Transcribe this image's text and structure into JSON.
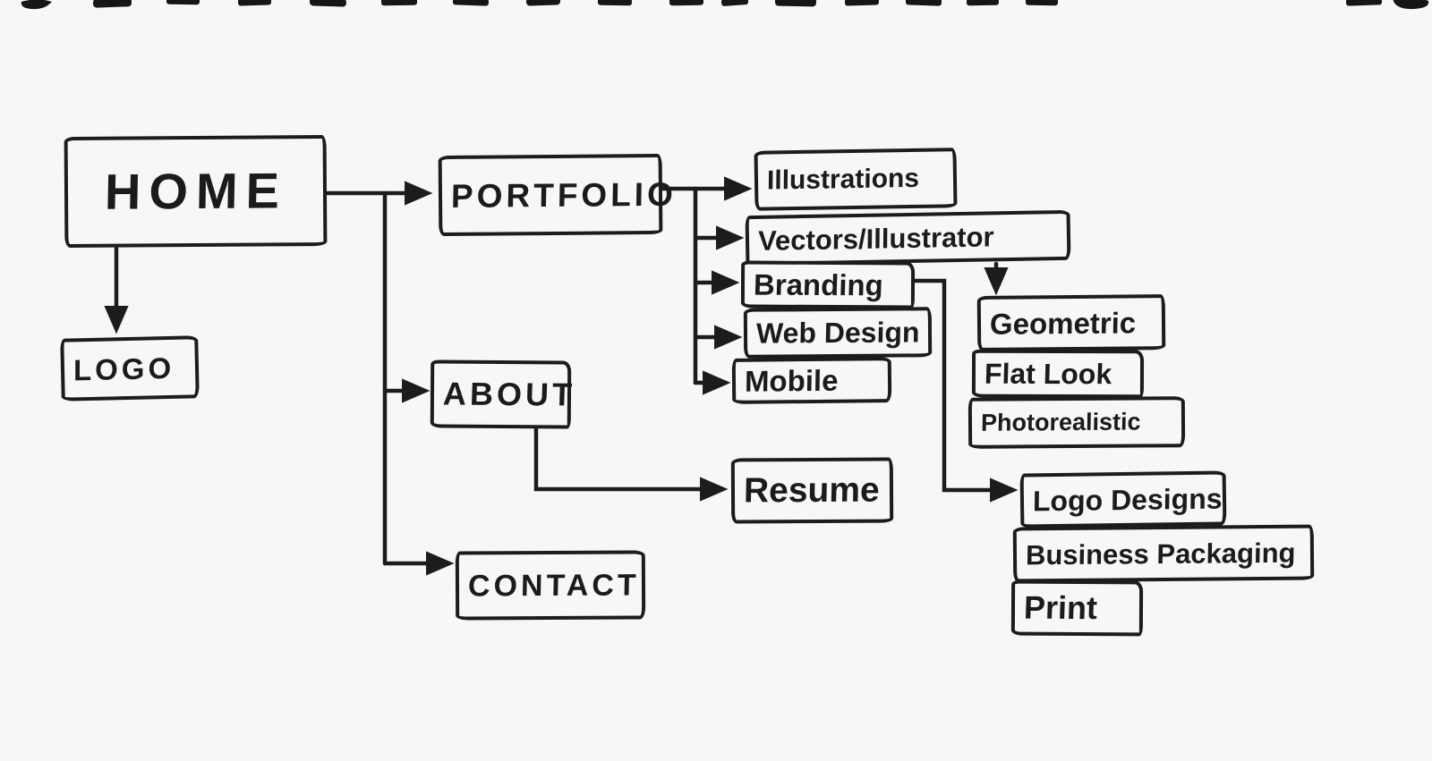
{
  "meta": {
    "description": "Hand-drawn website sitemap sketch on scanned notebook paper",
    "ink_color": "#1c1c1c",
    "paper_color": "#f7f7f5"
  },
  "nodes": {
    "home": {
      "label": "HOME"
    },
    "logo": {
      "label": "LOGO"
    },
    "portfolio": {
      "label": "PORTFOLIO"
    },
    "about": {
      "label": "ABOUT"
    },
    "contact": {
      "label": "CONTACT"
    },
    "illustrations": {
      "label": "Illustrations"
    },
    "vectors_illustrator": {
      "label": "Vectors/Illustrator"
    },
    "branding": {
      "label": "Branding"
    },
    "web_design": {
      "label": "Web Design"
    },
    "mobile": {
      "label": "Mobile"
    },
    "geometric": {
      "label": "Geometric"
    },
    "flat_look": {
      "label": "Flat Look"
    },
    "photorealistic": {
      "label": "Photorealistic"
    },
    "resume": {
      "label": "Resume"
    },
    "logo_designs": {
      "label": "Logo Designs"
    },
    "business_packaging": {
      "label": "Business Packaging"
    },
    "print": {
      "label": "Print"
    }
  },
  "edges": [
    {
      "from": "HOME",
      "to": "LOGO"
    },
    {
      "from": "HOME",
      "to": "PORTFOLIO"
    },
    {
      "from": "HOME",
      "to": "ABOUT"
    },
    {
      "from": "HOME",
      "to": "CONTACT"
    },
    {
      "from": "PORTFOLIO",
      "to": "Illustrations"
    },
    {
      "from": "PORTFOLIO",
      "to": "Vectors/Illustrator"
    },
    {
      "from": "PORTFOLIO",
      "to": "Branding"
    },
    {
      "from": "PORTFOLIO",
      "to": "Web Design"
    },
    {
      "from": "PORTFOLIO",
      "to": "Mobile"
    },
    {
      "from": "Vectors/Illustrator",
      "to": "Geometric"
    },
    {
      "from": "Branding",
      "to": "Logo Designs"
    },
    {
      "from": "ABOUT",
      "to": "Resume"
    }
  ],
  "stacks": {
    "vector_styles": [
      "Geometric",
      "Flat Look",
      "Photorealistic"
    ],
    "branding_items": [
      "Logo Designs",
      "Business Packaging",
      "Print"
    ]
  }
}
